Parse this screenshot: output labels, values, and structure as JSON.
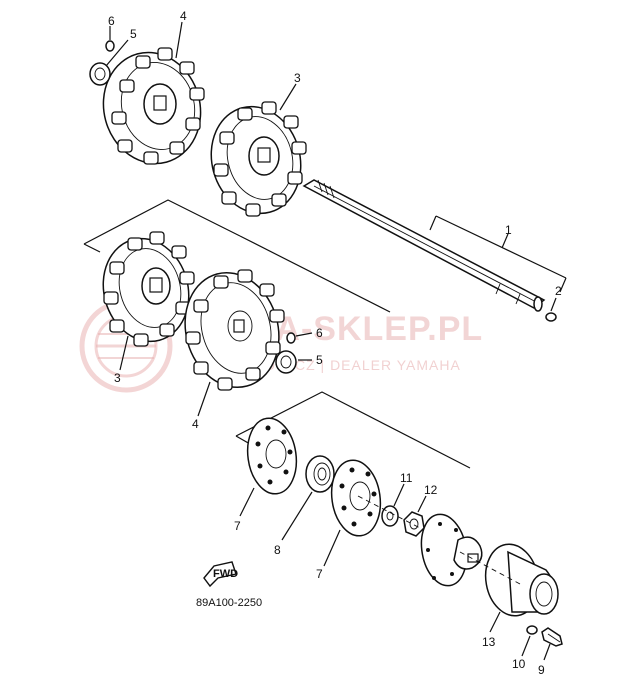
{
  "diagram": {
    "part_code": "89A100-2250",
    "fwd_label": "FWD",
    "watermark": {
      "main": "YAMA-SKLEP.PL",
      "sub": "WOJTKOWICZ | DEALER YAMAHA"
    },
    "callouts": {
      "c1": "1",
      "c2": "2",
      "c3a": "3",
      "c3b": "3",
      "c4a": "4",
      "c4b": "4",
      "c5a": "5",
      "c5b": "5",
      "c6a": "6",
      "c6b": "6",
      "c7a": "7",
      "c7b": "7",
      "c8": "8",
      "c9": "9",
      "c10": "10",
      "c11": "11",
      "c12": "12",
      "c13": "13"
    },
    "colors": {
      "line": "#111111",
      "watermark": "#e9b3b3"
    }
  }
}
